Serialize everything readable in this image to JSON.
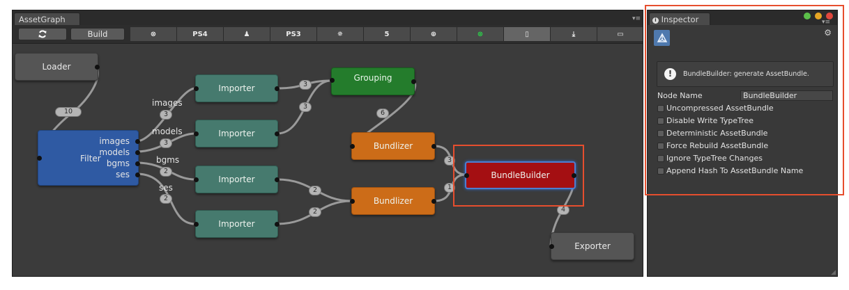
{
  "asset_graph": {
    "tab_title": "AssetGraph",
    "toolbar": {
      "refresh_icon": "refresh-icon",
      "build_label": "Build",
      "platforms": [
        {
          "name": "xbox-icon",
          "glyph": "⊗"
        },
        {
          "name": "ps4-icon",
          "glyph": "PS4"
        },
        {
          "name": "android-icon",
          "glyph": "♟"
        },
        {
          "name": "ps3-icon",
          "glyph": "PS3"
        },
        {
          "name": "unity-icon",
          "glyph": "✵"
        },
        {
          "name": "html5-icon",
          "glyph": "5"
        },
        {
          "name": "web-globe-icon",
          "glyph": "⊕"
        },
        {
          "name": "xbox-one-icon",
          "glyph": "⊗",
          "selected_color": "#2bd34a"
        },
        {
          "name": "mobile-icon",
          "glyph": "▯"
        },
        {
          "name": "download-icon",
          "glyph": "⤓"
        },
        {
          "name": "vr-headset-icon",
          "glyph": "▭"
        }
      ]
    },
    "nodes": {
      "loader": "Loader",
      "filter": "Filter",
      "importer": "Importer",
      "grouping": "Grouping",
      "bundlizer": "Bundlizer",
      "bundlebuilder": "BundleBuilder",
      "exporter": "Exporter"
    },
    "filter_ports": [
      "images",
      "models",
      "bgms",
      "ses"
    ],
    "edge_labels": [
      "images",
      "models",
      "bgms",
      "ses"
    ],
    "badges": [
      "10",
      "3",
      "3",
      "2",
      "2",
      "3",
      "3",
      "2",
      "2",
      "6",
      "3",
      "1",
      "4"
    ]
  },
  "inspector": {
    "tab_title": "Inspector",
    "info_message": "BundleBuilder: generate AssetBundle.",
    "node_name_label": "Node Name",
    "node_name_value": "BundleBuilder",
    "options": [
      "Uncompressed AssetBundle",
      "Disable Write TypeTree",
      "Deterministic AssetBundle",
      "Force Rebuild AssetBundle",
      "Ignore TypeTree Changes",
      "Append Hash To AssetBundle Name"
    ]
  },
  "colors": {
    "highlight": "#e64e2e",
    "filter_node": "#2f5aa3",
    "importer_node": "#467a6e",
    "grouping_node": "#247c2c",
    "bundlizer_node": "#cc6c18",
    "bundlebuilder_node": "#a40f12"
  }
}
